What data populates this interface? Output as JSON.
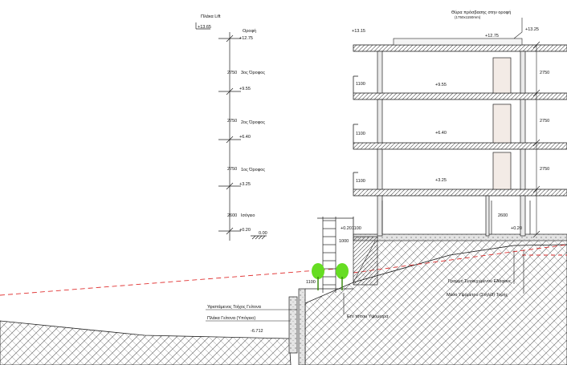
{
  "labels": {
    "lift_slab": "Πλάκα Lift",
    "roof": "Οροφή",
    "floor3": "3ος Όροφος",
    "floor2": "2ος Όροφος",
    "floor1": "1ος Όροφος",
    "ground": "Ισόγειο",
    "roof_access_door": "Θύρα πρόσβασης στην οροφή",
    "door_spec": "(1750x1150mm)",
    "retaining_wall": "Υφιστάμενος Τοίχος Γείτονα",
    "neighbor_slab": "Πλάκα Γείτονα (Υπόγειο)",
    "natural_ground": "Επί τόπου Υψόμετρα",
    "original_ground": "Γραμμή Συγκεχυμένου Εδάφους",
    "existing_ground": "Μέσο Υψόμετρο (Στηλίδ) Τομής"
  },
  "levels": {
    "lift": "+13.65",
    "roof": "+12.75",
    "floor3": "+9.55",
    "floor2": "+6.40",
    "floor1": "+3.25",
    "ground": "+0.20",
    "datum": "0.00",
    "parapet": "+13.15",
    "roof_b": "+12.75",
    "roof_c": "+13.25",
    "floor3_b": "+9.55",
    "floor2_b": "+6.40",
    "floor1_b": "+3.25",
    "ground_b": "+0.20",
    "ground_c": "+0.20",
    "neighbor": "-6.712"
  },
  "dims": {
    "storey": "2750",
    "ground_storey": "2600",
    "rail": "1100",
    "step_1000": "1000",
    "low_rail": "1100"
  },
  "colors": {
    "line": "#1a1a1a",
    "hatch": "#555555",
    "tree": "#66dd22",
    "red_dash": "#e03030",
    "door_fill": "#f3ebe6"
  }
}
